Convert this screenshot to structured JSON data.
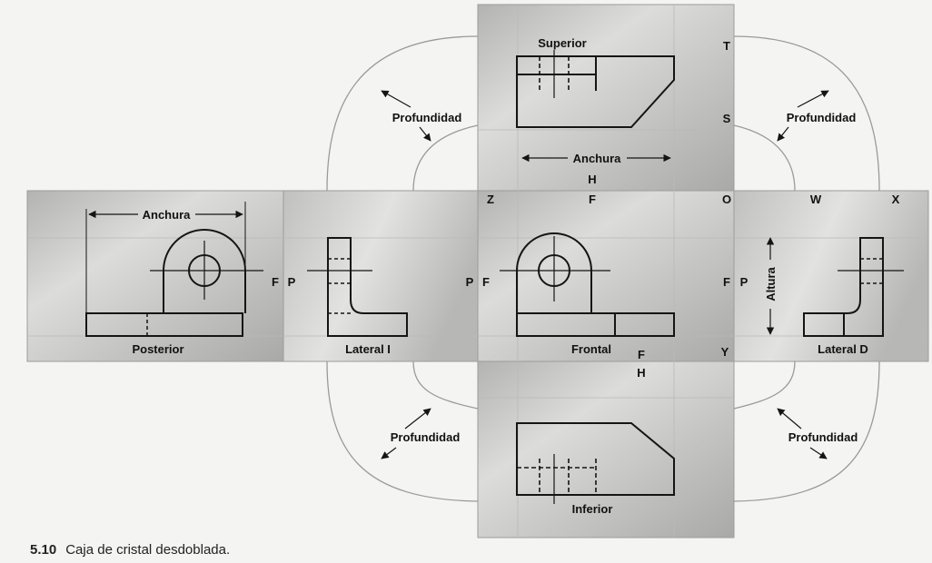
{
  "colors": {
    "panel_light": "#d9d9d7",
    "panel_dark": "#b1b1af",
    "ink": "#151515",
    "arc": "#9a9a98",
    "background": "#f4f4f2"
  },
  "views": {
    "superior": "Superior",
    "inferior": "Inferior",
    "posterior": "Posterior",
    "lateral_i": "Lateral I",
    "frontal": "Frontal",
    "lateral_d": "Lateral D"
  },
  "dimensions": {
    "anchura_top": "Anchura",
    "anchura_left": "Anchura",
    "altura": "Altura",
    "profundidad_tl": "Profundidad",
    "profundidad_tr": "Profundidad",
    "profundidad_bl": "Profundidad",
    "profundidad_br": "Profundidad"
  },
  "plane_letters": {
    "T": "T",
    "S": "S",
    "H_top": "H",
    "F_top": "F",
    "Z": "Z",
    "O": "O",
    "W": "W",
    "X": "X",
    "F_posterior": "F",
    "P_lateral_i": "P",
    "P_frontal": "P",
    "F_frontal": "F",
    "F_frontal_right": "F",
    "P_lateral_d": "P",
    "F_bottom": "F",
    "H_bottom": "H",
    "Y": "Y"
  },
  "caption": {
    "number": "5.10",
    "text": "Caja de cristal desdoblada."
  }
}
